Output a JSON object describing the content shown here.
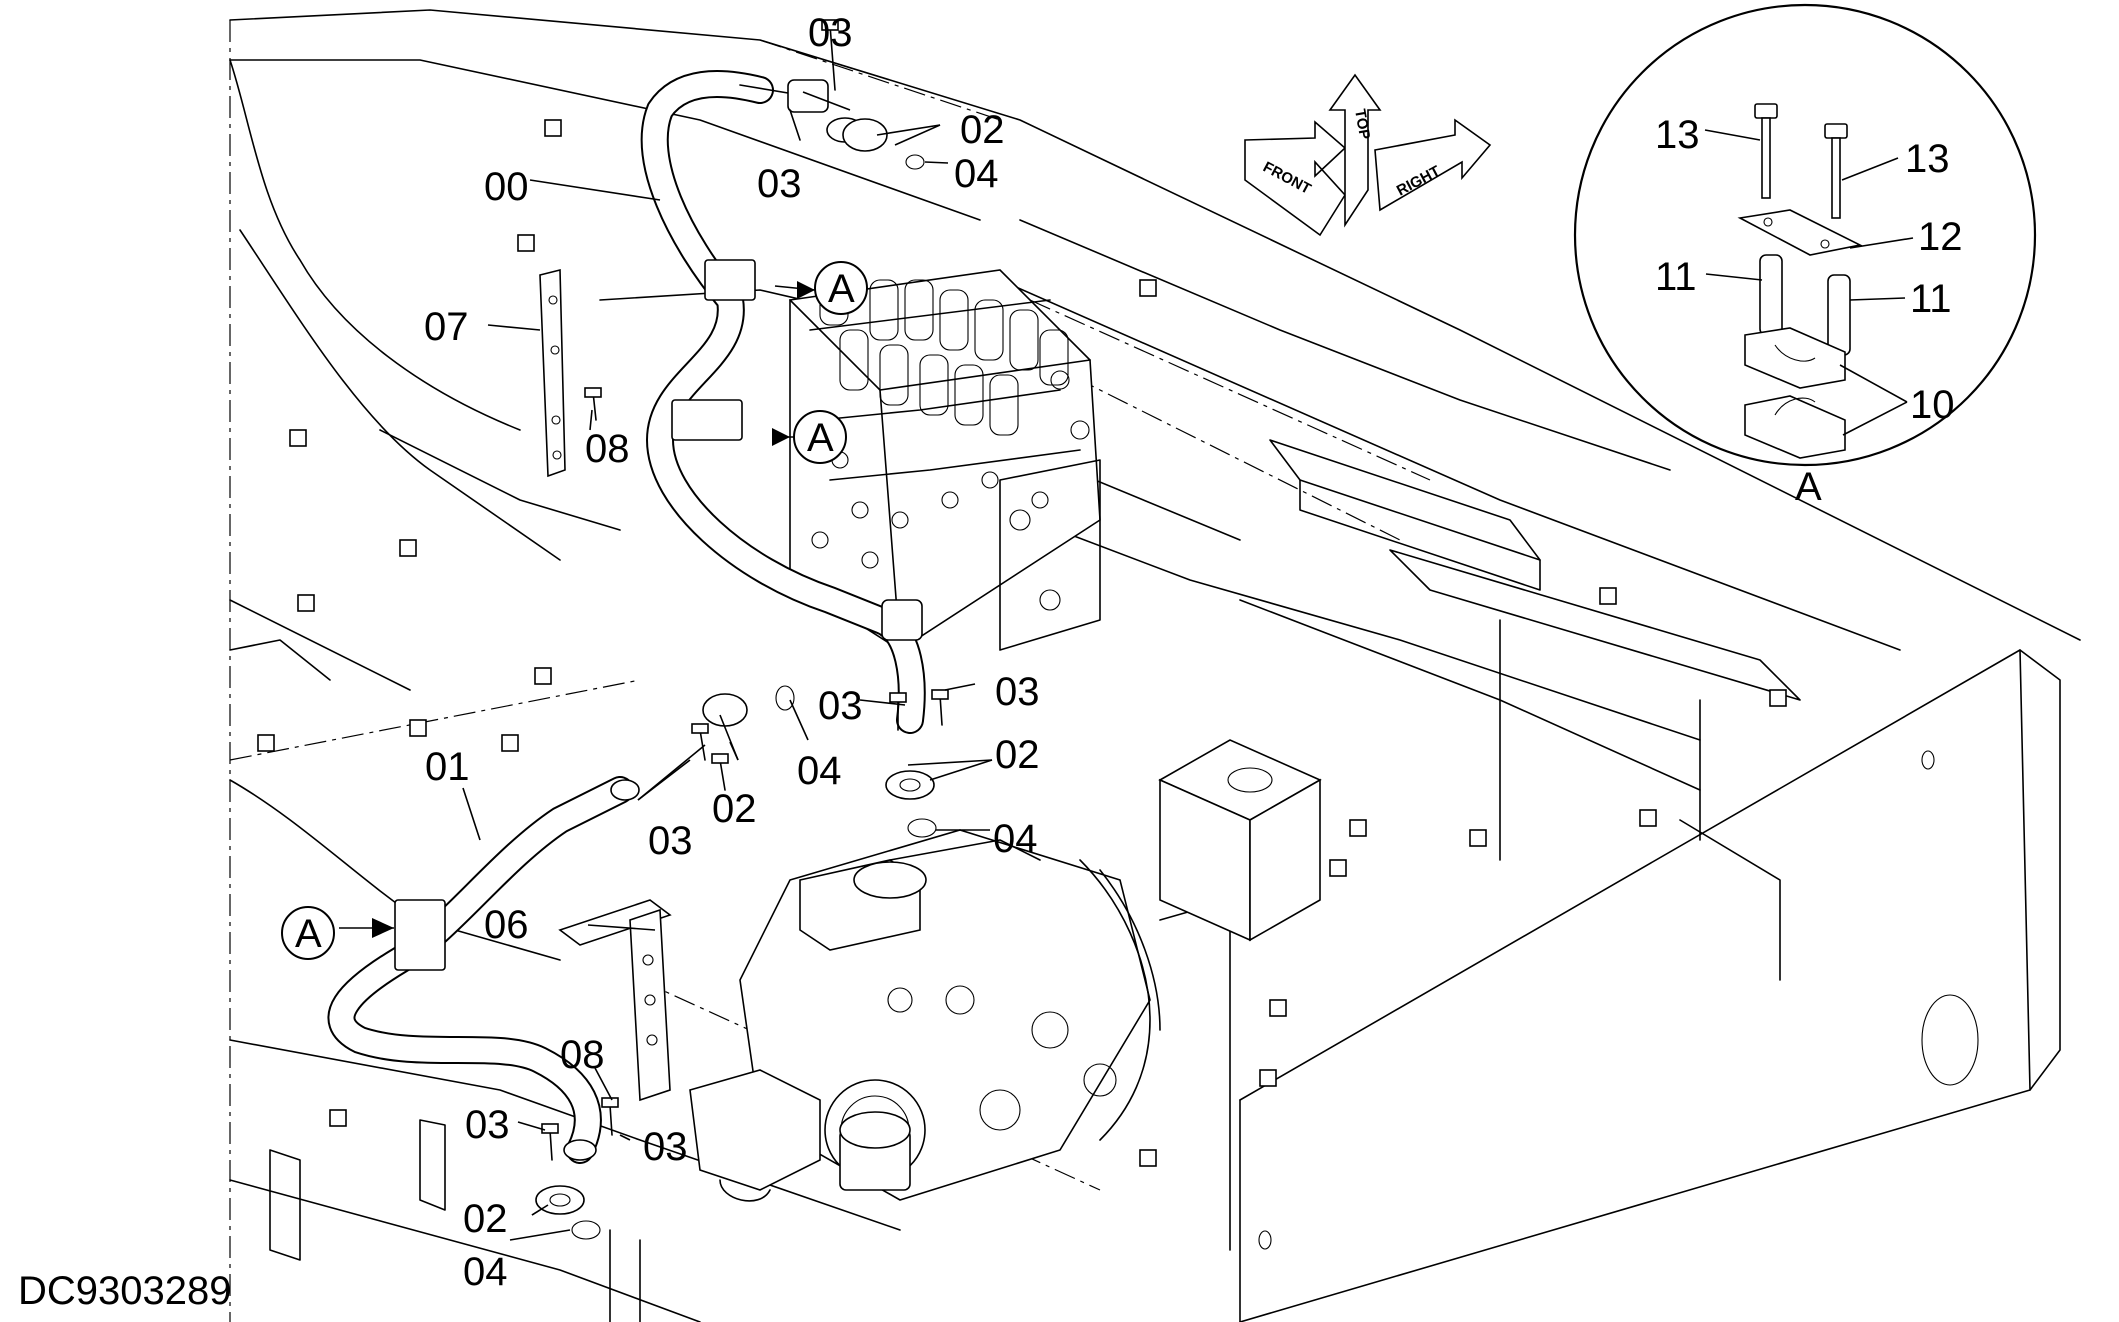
{
  "drawing_id": "DC9303289",
  "detail_label": "A",
  "orientation": {
    "top": "TOP",
    "front": "FRONT",
    "right": "RIGHT"
  },
  "callouts": {
    "c00": "00",
    "c01": "01",
    "c02a": "02",
    "c02b": "02",
    "c02c": "02",
    "c02d": "02",
    "c03a": "03",
    "c03b": "03",
    "c03c": "03",
    "c03d": "03",
    "c03e": "03",
    "c03f": "03",
    "c03g": "03",
    "c04a": "04",
    "c04b": "04",
    "c04c": "04",
    "c04d": "04",
    "c06": "06",
    "c07": "07",
    "c08a": "08",
    "c08b": "08",
    "c10": "10",
    "c11a": "11",
    "c11b": "11",
    "c12": "12",
    "c13a": "13",
    "c13b": "13",
    "refA1": "A",
    "refA2": "A",
    "refA3": "A"
  }
}
